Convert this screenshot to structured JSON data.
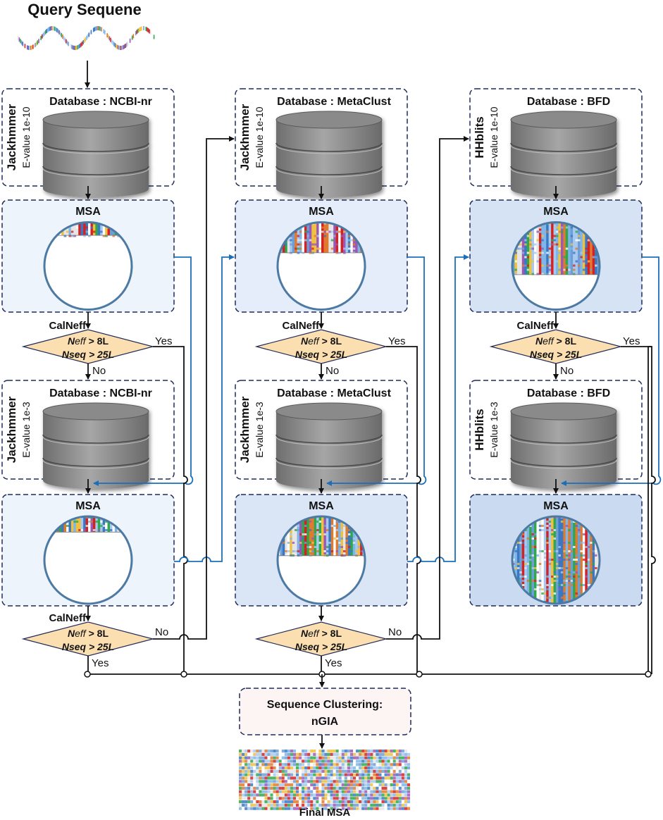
{
  "title": "Query Sequene",
  "columns": [
    {
      "top_block": {
        "tool": "Jackhmmer",
        "evalue": "E-value 1e-10",
        "database": "Database :  NCBI-nr"
      },
      "bottom_block": {
        "tool": "Jackhmmer",
        "evalue": "E-value 1e-3",
        "database": "Database :  NCBI-nr"
      },
      "msa_fill_top": 0.15,
      "msa_fill_bottom": 0.18,
      "decision_top_yes_label": "Yes",
      "decision_bottom_label": "No",
      "decision_bottom_yes_label": "Yes"
    },
    {
      "top_block": {
        "tool": "Jackhmmer",
        "evalue": "E-value 1e-10",
        "database": "Database :  MetaClust"
      },
      "bottom_block": {
        "tool": "Jackhmmer",
        "evalue": "E-value 1e-3",
        "database": "Database :  MetaClust"
      },
      "msa_fill_top": 0.35,
      "msa_fill_bottom": 0.45,
      "decision_top_yes_label": "Yes",
      "decision_bottom_label": "No",
      "decision_bottom_yes_label": "Yes"
    },
    {
      "top_block": {
        "tool": "HHblits",
        "evalue": "E-value 1e-10",
        "database": "Database :  BFD"
      },
      "bottom_block": {
        "tool": "HHblits",
        "evalue": "E-value 1e-3",
        "database": "Database :  BFD"
      },
      "msa_fill_top": 0.6,
      "msa_fill_bottom": 1.0,
      "decision_top_yes_label": "Yes",
      "decision_top_no_label": "No"
    }
  ],
  "labels": {
    "msa": "MSA",
    "calneff": "CalNeff",
    "neff_N": "N",
    "neff_rest": "eff",
    "neff_cond": " > 8L",
    "nseq": "Nseq > 25L",
    "no": "No",
    "yes": "Yes"
  },
  "clustering": {
    "line1": "Sequence Clustering:",
    "line2": "nGIA"
  },
  "final_msa": "Final MSA",
  "colors": {
    "block_border": "#1f2b5a",
    "msa_bg_light": "#eef4fc",
    "msa_bg_mid": "#dde8f7",
    "msa_bg_dark": "#c9daf1",
    "diamond_fill": "#fbdfb0",
    "blue_arrow": "#1b6fba",
    "clustering_bg": "#fdf4f4",
    "disk": "#8f8f8f"
  }
}
